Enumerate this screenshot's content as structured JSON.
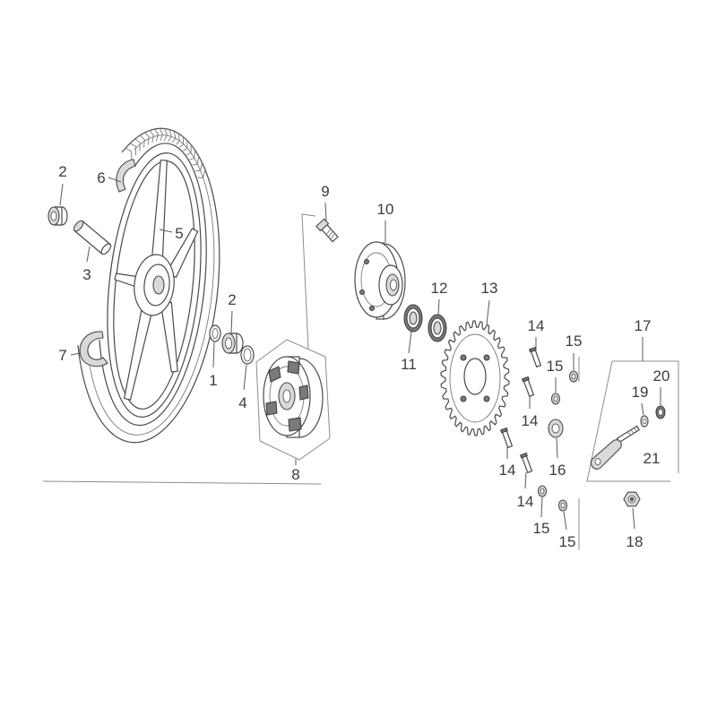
{
  "diagram": {
    "callouts": [
      "2",
      "6",
      "5",
      "3",
      "7",
      "2",
      "1",
      "4",
      "8",
      "9",
      "10",
      "12",
      "13",
      "11",
      "14",
      "15",
      "15",
      "14",
      "16",
      "14",
      "14",
      "15",
      "15",
      "17",
      "19",
      "20",
      "21",
      "18"
    ]
  }
}
